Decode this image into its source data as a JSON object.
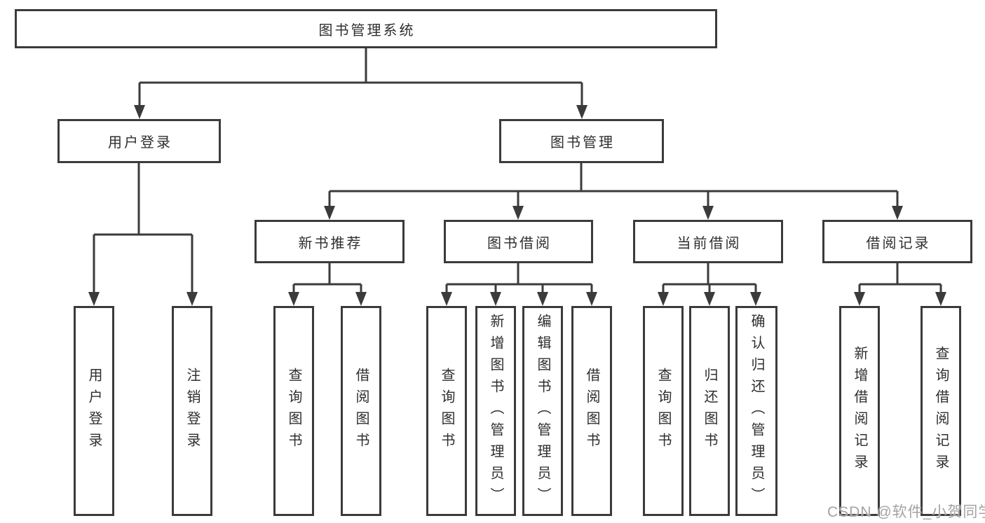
{
  "diagram": {
    "root": {
      "label": "图书管理系统"
    },
    "level2": [
      {
        "label": "用户登录"
      },
      {
        "label": "图书管理"
      }
    ],
    "level3": [
      {
        "label": "新书推荐"
      },
      {
        "label": "图书借阅"
      },
      {
        "label": "当前借阅"
      },
      {
        "label": "借阅记录"
      }
    ],
    "leaves": {
      "user_login": [
        "用户登录",
        "注销登录"
      ],
      "new_book": [
        "查询图书",
        "借阅图书"
      ],
      "book_borrow": [
        "查询图书",
        "新增图书（管理员）",
        "编辑图书（管理员）",
        "借阅图书"
      ],
      "current_borrow": [
        "查询图书",
        "归还图书",
        "确认归还（管理员）"
      ],
      "borrow_record": [
        "新增借阅记录",
        "查询借阅记录"
      ]
    },
    "watermark": "CSDN @软件_小贺同学",
    "colors": {
      "line": "#3b3b3b",
      "text": "#2e2e2e",
      "background": "#ffffff",
      "watermark": "#a3a3a3"
    }
  }
}
